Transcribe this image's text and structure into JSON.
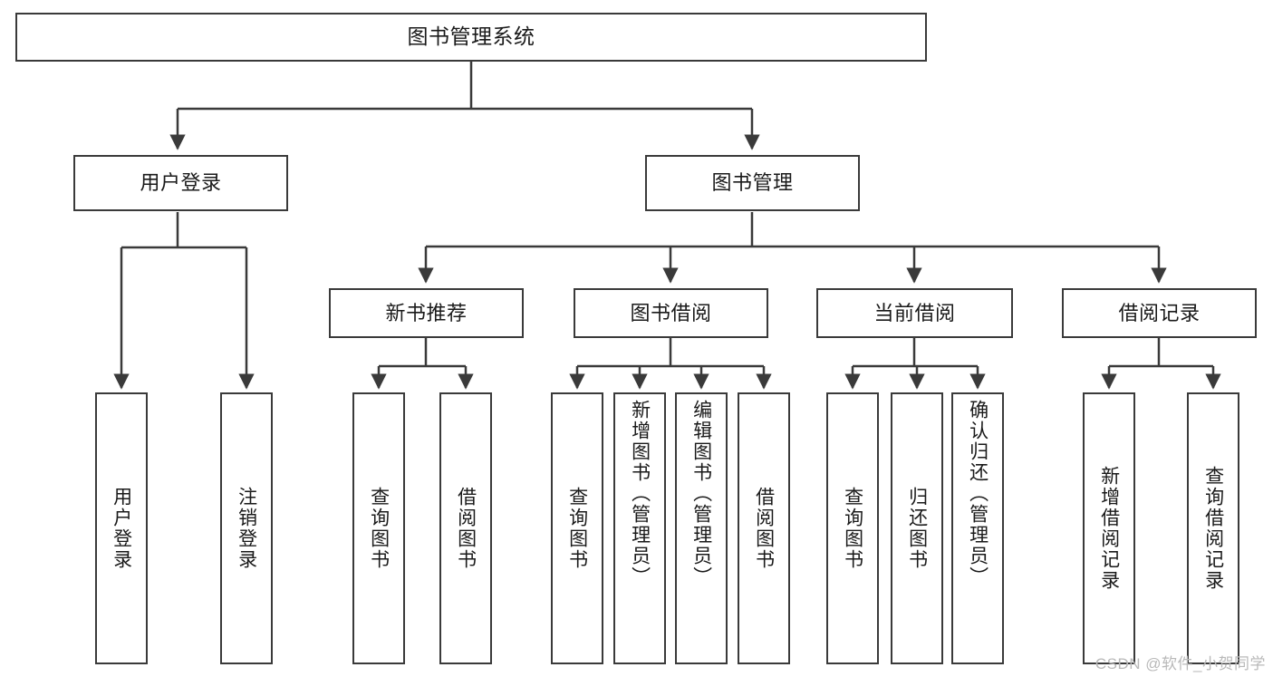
{
  "diagram": {
    "title": "图书管理系统",
    "type": "hierarchy-tree",
    "watermark": "CSDN @软件_小贺同学",
    "colors": {
      "background": "#ffffff",
      "node_border": "#3a3a3a",
      "node_fill": "#ffffff",
      "edge": "#3a3a3a",
      "text": "#1a1a1a",
      "watermark": "#b9b9b9"
    },
    "nodes": {
      "root": {
        "label": "图书管理系统"
      },
      "level1": [
        {
          "id": "user-login",
          "label": "用户登录"
        },
        {
          "id": "book-manage",
          "label": "图书管理"
        }
      ],
      "level2": [
        {
          "id": "new-book-rec",
          "label": "新书推荐"
        },
        {
          "id": "book-borrow",
          "label": "图书借阅"
        },
        {
          "id": "current-borrow",
          "label": "当前借阅"
        },
        {
          "id": "borrow-record",
          "label": "借阅记录"
        }
      ],
      "leaves": {
        "user_login": [
          {
            "id": "leaf-user-login",
            "label": "用户登录"
          },
          {
            "id": "leaf-logout",
            "label": "注销登录"
          }
        ],
        "new_book_rec": [
          {
            "id": "leaf-query-book-1",
            "label": "查询图书"
          },
          {
            "id": "leaf-borrow-book-1",
            "label": "借阅图书"
          }
        ],
        "book_borrow": [
          {
            "id": "leaf-query-book-2",
            "label": "查询图书"
          },
          {
            "id": "leaf-add-book",
            "label": "新增图书（管理员）"
          },
          {
            "id": "leaf-edit-book",
            "label": "编辑图书（管理员）"
          },
          {
            "id": "leaf-borrow-book-2",
            "label": "借阅图书"
          }
        ],
        "current_borrow": [
          {
            "id": "leaf-query-book-3",
            "label": "查询图书"
          },
          {
            "id": "leaf-return-book",
            "label": "归还图书"
          },
          {
            "id": "leaf-confirm-return",
            "label": "确认归还（管理员）"
          }
        ],
        "borrow_record": [
          {
            "id": "leaf-add-record",
            "label": "新增借阅记录"
          },
          {
            "id": "leaf-query-record",
            "label": "查询借阅记录"
          }
        ]
      }
    }
  }
}
